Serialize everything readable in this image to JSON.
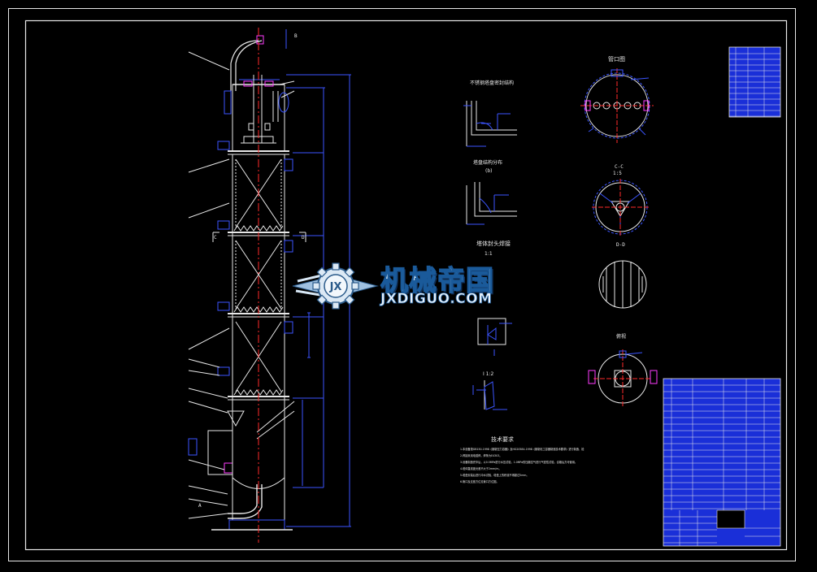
{
  "views": {
    "nozzle_view_title": "管口图",
    "section_cc_title": "C-C",
    "section_cc_scale": "1:5",
    "section_dd_title": "D-D",
    "bottom_view_title": "俯视",
    "detail1_title": "不锈钢塔盘密封结构",
    "detail2_title": "塔盘结构分布",
    "detail2_sub": "(b)",
    "detail3_title": "塔体封头焊接",
    "detail3_scale": "1:1",
    "detail4_title": "I  1:2",
    "label_b": "B",
    "label_c": "C",
    "label_d": "D",
    "label_a": "A"
  },
  "tech_requirements": {
    "title": "技术要求",
    "lines": [
      "1.本设备按GB150-1998《钢制压力容器》及HG20584-1998《钢制化工容器制造技术要求》进行制造、检",
      "2.焊接采用电弧焊，焊条为E4303。",
      "3.设备制造完毕后，以0.5MPa进行水压试验，1.0MPa的压缩空气进行气密性试验，合格后方可使用。",
      "4.塔体直线度允差不大于2mm/m。",
      "5.塔盘安装后进行冲水试验，塔盘上的积液不得超过5mm。",
      "6.管口及支座方位见管口方位图。"
    ]
  },
  "watermark": {
    "cn": "机械帝国",
    "en": "JXDIGUO.COM",
    "logo": "JX"
  },
  "colors": {
    "background": "#000000",
    "frame": "#ffffff",
    "line_white": "#e8e8e8",
    "line_blue": "#3b55ff",
    "centerline": "#ff2a2a",
    "nozzle_magenta": "#ff3cff",
    "table_fill": "#1a2fd8"
  },
  "icons": {
    "logo": "gear-wings-icon"
  }
}
